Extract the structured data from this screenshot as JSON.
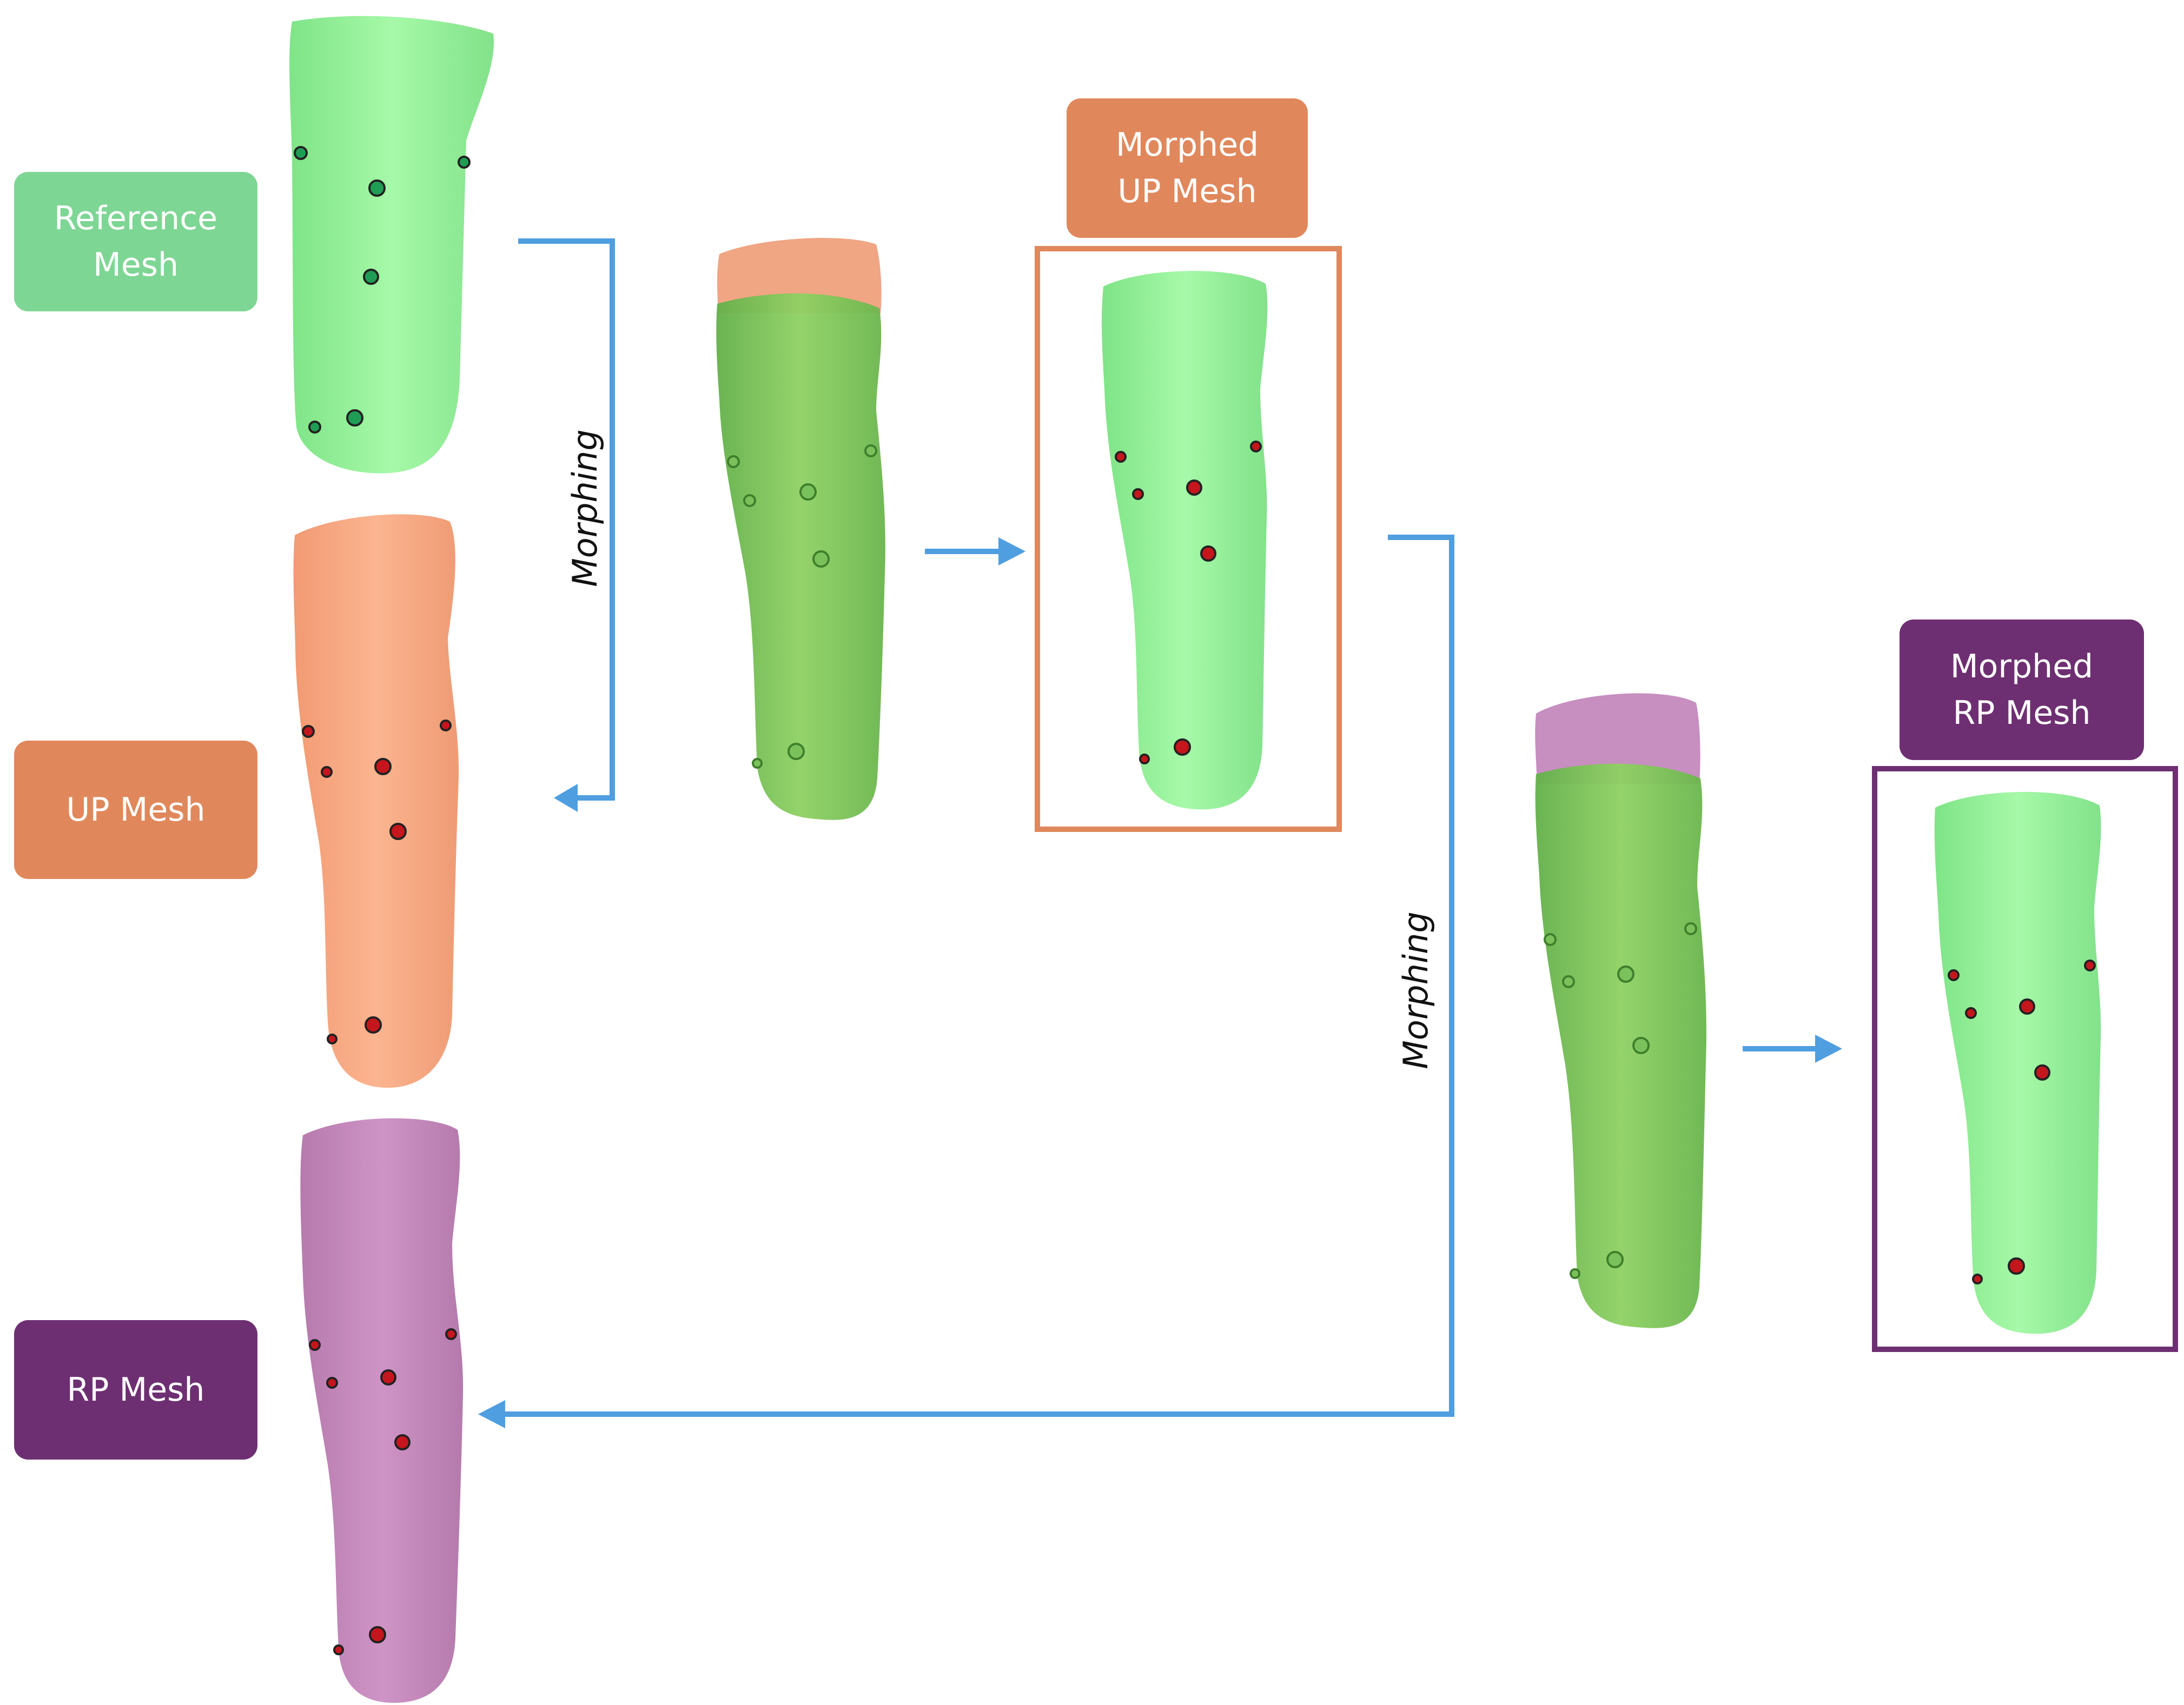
{
  "labels": {
    "reference": {
      "line1": "Reference",
      "line2": "Mesh",
      "color": "#7ed694"
    },
    "up": {
      "line1": "UP Mesh",
      "color": "#e0885c"
    },
    "rp": {
      "line1": "RP Mesh",
      "color": "#6e2f72"
    },
    "morphed_up": {
      "line1": "Morphed",
      "line2": "UP Mesh",
      "color": "#e0885c"
    },
    "morphed_rp": {
      "line1": "Morphed",
      "line2": "RP Mesh",
      "color": "#6e2f72"
    }
  },
  "arrows": {
    "morphing_label": "Morphing",
    "color": "#4f9ee0"
  },
  "mesh_colors": {
    "reference_fill": "#9ef7a3",
    "up_fill": "#f8ad87",
    "rp_fill": "#c68bbd",
    "overlay_green": "#86c95e",
    "landmark_green": "#1f9d55",
    "landmark_red": "#c4161c"
  },
  "frames": {
    "morphed_up_border": "#e0885c",
    "morphed_rp_border": "#6e2f72"
  }
}
